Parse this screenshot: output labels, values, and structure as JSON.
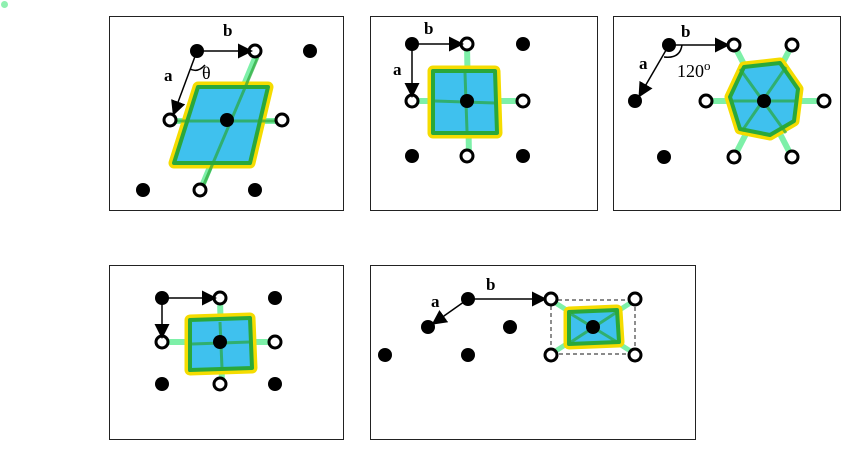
{
  "labels": {
    "vector_a": "a",
    "vector_b": "b",
    "angle_theta": "θ",
    "angle_120": "120",
    "angle_120_sup": "o"
  },
  "colors": {
    "lattice_point": "#000000",
    "cell_fill": "#3fc1ee",
    "cell_outline_inner": "#2aa83a",
    "cell_outline_outer": "#f5dc00",
    "bisector_lines": "#7df0a8",
    "panel_border": "#222222"
  },
  "panels": [
    {
      "lattice": "oblique",
      "unit_cell": "parallelogram",
      "annotations": [
        "a",
        "b",
        "θ"
      ]
    },
    {
      "lattice": "square",
      "unit_cell": "square",
      "annotations": [
        "a",
        "b"
      ]
    },
    {
      "lattice": "hexagonal",
      "unit_cell": "hexagon",
      "annotations": [
        "a",
        "b",
        "120o"
      ]
    },
    {
      "lattice": "rectangular",
      "unit_cell": "rectangle",
      "annotations": []
    },
    {
      "lattice": "centered rectangular",
      "unit_cell": "rhombic",
      "annotations": [
        "a",
        "b"
      ]
    }
  ]
}
